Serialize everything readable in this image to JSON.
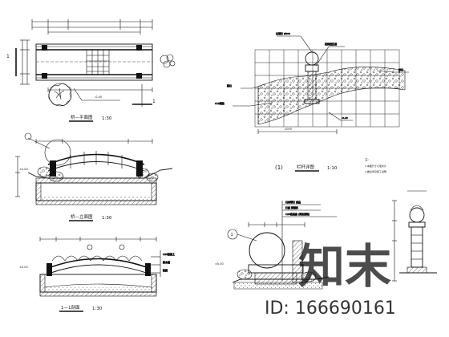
{
  "drawings": {
    "plan": {
      "title": "桥—平面图",
      "scale": "1:30"
    },
    "elevation": {
      "title": "桥—立面图",
      "scale": "1:30"
    },
    "section": {
      "title": "1—1剖面",
      "scale": "1:30"
    },
    "detail": {
      "title": "栏杆详图",
      "scale": "1:10",
      "number": "(1)"
    }
  },
  "marks": {
    "section_1": "1",
    "section_2": "1",
    "detail_ref": "1"
  },
  "watermark": {
    "text": "知末",
    "id_text": "ID: 166690161"
  }
}
